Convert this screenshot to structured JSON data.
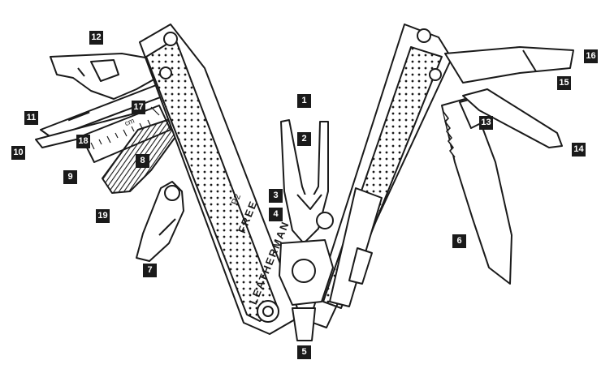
{
  "handle_text": {
    "brand": "LEATHERMAN",
    "model": "FREE",
    "variant": "P2"
  },
  "ruler_marks": [
    "cm"
  ],
  "callouts": [
    {
      "n": "1"
    },
    {
      "n": "2"
    },
    {
      "n": "3"
    },
    {
      "n": "4"
    },
    {
      "n": "5"
    },
    {
      "n": "6"
    },
    {
      "n": "7"
    },
    {
      "n": "8"
    },
    {
      "n": "9"
    },
    {
      "n": "10"
    },
    {
      "n": "11"
    },
    {
      "n": "12"
    },
    {
      "n": "13"
    },
    {
      "n": "14"
    },
    {
      "n": "15"
    },
    {
      "n": "16"
    },
    {
      "n": "17"
    },
    {
      "n": "18"
    },
    {
      "n": "19"
    }
  ],
  "colors": {
    "ink": "#1a1a1a",
    "paper": "#ffffff"
  }
}
